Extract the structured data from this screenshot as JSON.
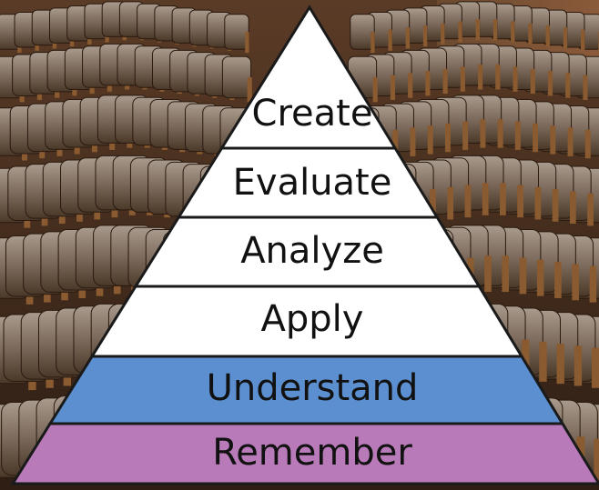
{
  "diagram": {
    "levels": [
      {
        "label": "Create",
        "fill": "#ffffff"
      },
      {
        "label": "Evaluate",
        "fill": "#ffffff"
      },
      {
        "label": "Analyze",
        "fill": "#ffffff"
      },
      {
        "label": "Apply",
        "fill": "#ffffff"
      },
      {
        "label": "Understand",
        "fill": "#5b8fd0"
      },
      {
        "label": "Remember",
        "fill": "#b87ab8"
      }
    ],
    "outline_color": "#1a1a1a",
    "background": "auditorium-seats-photo"
  }
}
